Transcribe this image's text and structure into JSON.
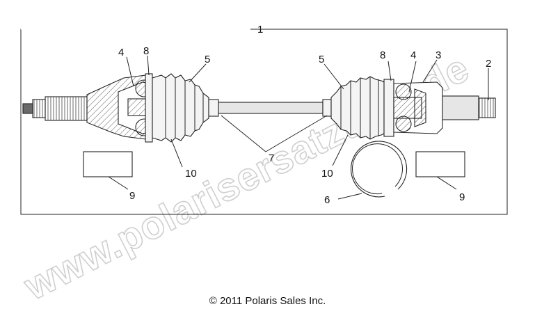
{
  "watermark_text": "www.polarisersatzteile.de",
  "copyright": "© 2011 Polaris Sales Inc.",
  "callouts": {
    "c1": "1",
    "c2": "2",
    "c3": "3",
    "c4_left": "4",
    "c4_right": "4",
    "c5_left": "5",
    "c5_right": "5",
    "c6": "6",
    "c7": "7",
    "c8_left": "8",
    "c8_right": "8",
    "c9_left": "9",
    "c9_right": "9",
    "c10_left": "10",
    "c10_right": "10"
  },
  "colors": {
    "line": "#222222",
    "part_fill": "#f4f4f4",
    "shaft_fill": "#e6e6e6",
    "dark_fill": "#6a6a6a",
    "watermark": "#cfcfcf"
  }
}
